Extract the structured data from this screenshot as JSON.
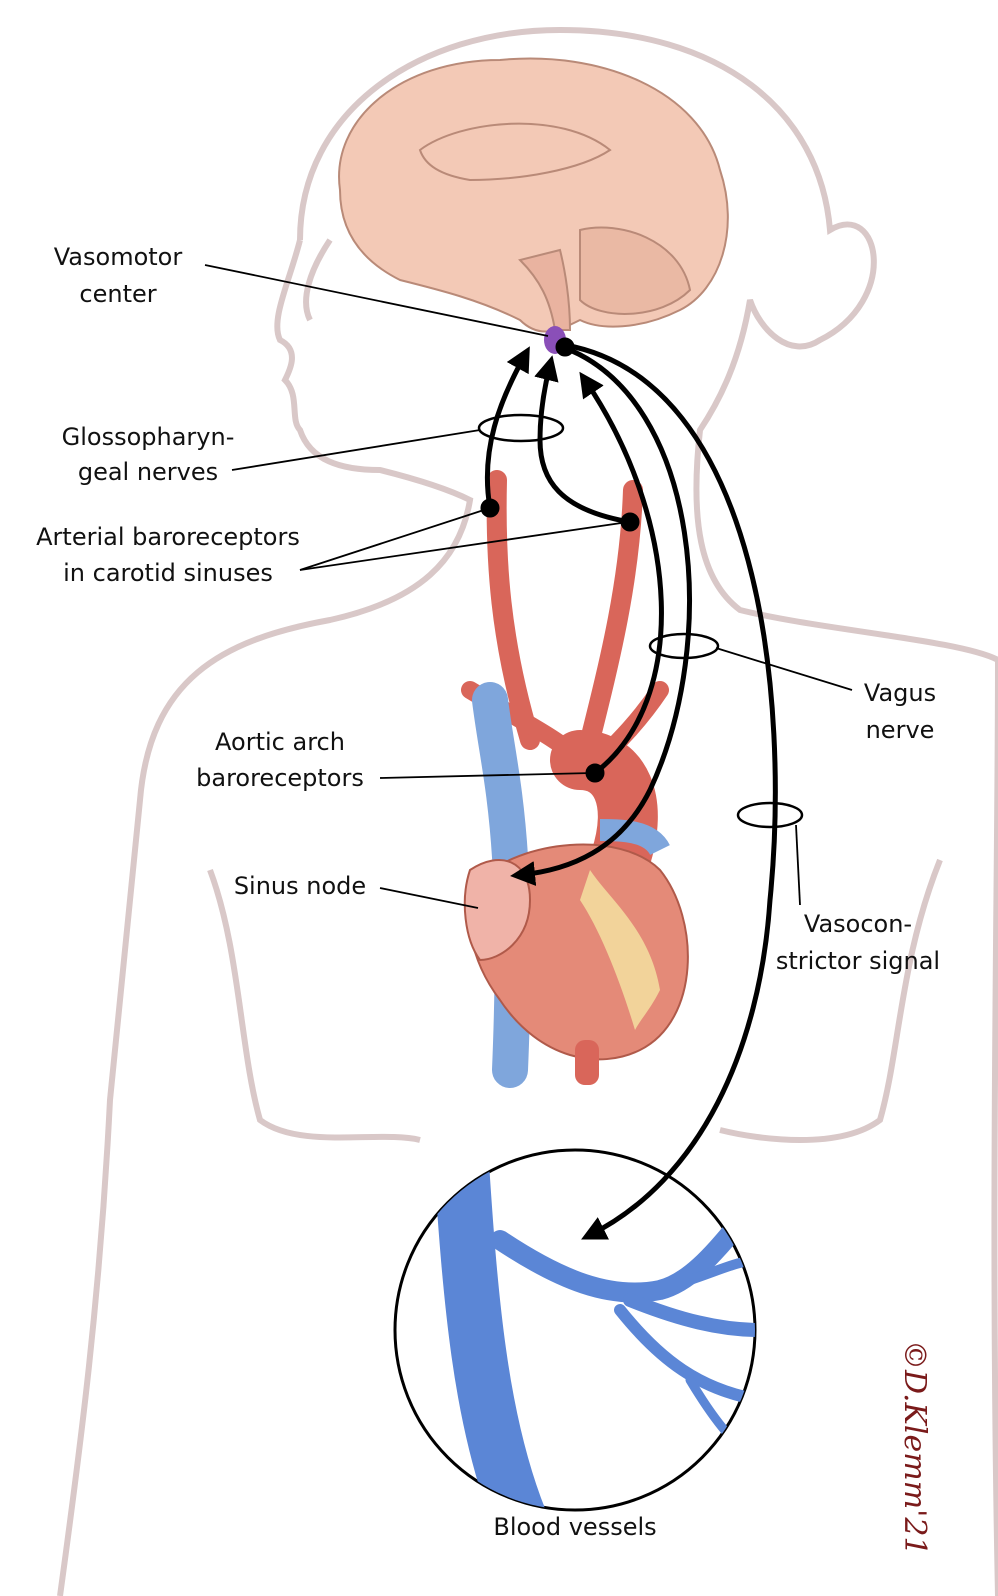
{
  "labels": {
    "vasomotor_1": "Vasomotor",
    "vasomotor_2": "center",
    "glosso_1": "Glossopharyn-",
    "glosso_2": "geal nerves",
    "arterial_1": "Arterial baroreceptors",
    "arterial_2": "in carotid sinuses",
    "vagus_1": "Vagus",
    "vagus_2": "nerve",
    "aortic_1": "Aortic arch",
    "aortic_2": "baroreceptors",
    "sinus": "Sinus node",
    "vaso_1": "Vasocon-",
    "vaso_2": "strictor signal",
    "blood": "Blood vessels"
  },
  "signature": "©D.Klemm'21",
  "colors": {
    "outline": "#d9c8c8",
    "brain": "#f3c9b6",
    "artery": "#d9665a",
    "vein": "#7fa6dc",
    "heart": "#e48a78",
    "vasomotor": "#8a4fb8"
  }
}
